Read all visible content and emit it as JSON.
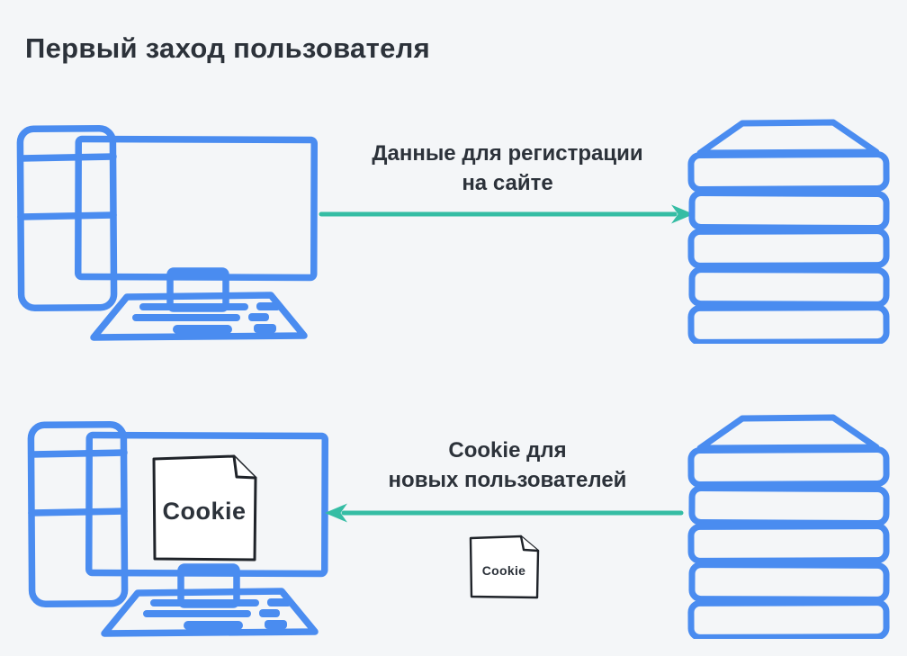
{
  "title": "Первый заход пользователя",
  "colors": {
    "background": "#f4f6f8",
    "sketch_blue": "#4a8cf0",
    "arrow_teal": "#35bda4",
    "ink": "#2c323a",
    "note_border": "#1f2329"
  },
  "top_flow": {
    "label_line1": "Данные для регистрации",
    "label_line2": "на сайте",
    "arrow_direction": "right"
  },
  "bottom_flow": {
    "label_line1": "Cookie для",
    "label_line2": "новых пользователей",
    "arrow_direction": "left"
  },
  "screen_note": {
    "label": "Cookie"
  },
  "transfer_note": {
    "label": "Cookie"
  }
}
